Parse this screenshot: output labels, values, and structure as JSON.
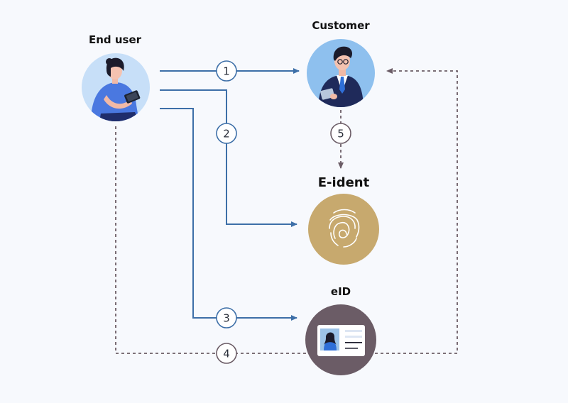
{
  "nodes": {
    "end_user": {
      "label": "End user"
    },
    "customer": {
      "label": "Customer"
    },
    "eident": {
      "label": "E-ident"
    },
    "eid": {
      "label": "eID"
    }
  },
  "steps": [
    "1",
    "2",
    "3",
    "4",
    "5"
  ],
  "colors": {
    "background": "#f7f9fd",
    "solid_arrow": "#3d6fa8",
    "dashed_arrow": "#6b5c66",
    "end_user_circle": "#c7dff8",
    "customer_circle": "#8ec0ee",
    "eident_circle": "#c7a96e",
    "eid_circle": "#6b5c66"
  },
  "icons": {
    "end_user": "person-with-tablet-icon",
    "customer": "businessman-icon",
    "eident": "fingerprint-icon",
    "eid": "id-card-icon"
  }
}
